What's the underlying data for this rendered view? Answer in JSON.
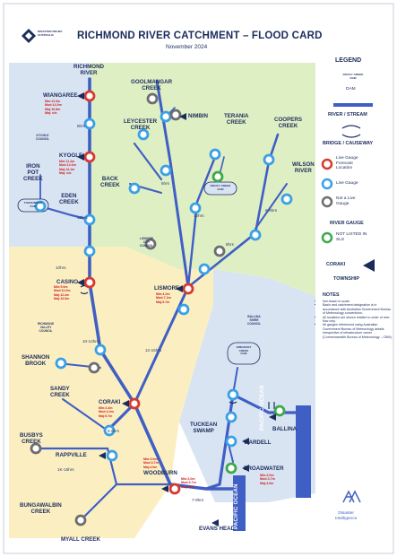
{
  "header": {
    "logo_text": "DISASTER RELIEF AUSTRALIA",
    "title": "RICHMOND RIVER CATCHMENT – FLOOD CARD",
    "date": "November 2024"
  },
  "colors": {
    "river": "#3f5fc4",
    "live_forecast": "#d63a2e",
    "live": "#3aa0e6",
    "not_live": "#6d6d6d",
    "not_sls": "#3ea84a",
    "council_green": "#dfefc4",
    "council_yellow": "#fbefc2",
    "council_blue": "#d9e4f3"
  },
  "places": {
    "richmond_river": "RICHMOND\nRIVER",
    "wiangaree": "WIANGAREE",
    "kyogle": "KYOGLE",
    "iron_pot_creek": "IRON\nPOT\nCREEK",
    "eden_creek": "EDEN\nCREEK",
    "toonumbar_dam": "TOONUMBAR\nDAM",
    "casino": "CASINO",
    "goolmangar_creek": "GOOLMANGAR\nCREEK",
    "nimbin": "NIMBIN",
    "leycester_creek": "LEYCESTER\nCREEK",
    "terania_creek": "TERANIA\nCREEK",
    "coopers_creek": "COOPERS\nCREEK",
    "back_creek": "BACK\nCREEK",
    "rocky_creek_dam": "ROCKY CREEK\nDAM",
    "wilson_river": "WILSON\nRIVER",
    "lismore": "LISMORE",
    "shannon_brook": "SHANNON\nBROOK",
    "coraki": "CORAKI",
    "sandy_creek": "SANDY\nCREEK",
    "busbys_creek": "BUSBYS\nCREEK",
    "rappville": "RAPPVILLE",
    "bungawalbin_creek": "BUNGAWALBIN\nCREEK",
    "myall_creek": "MYALL CREEK",
    "woodburn": "WOODBURN",
    "evans_head": "EVANS HEAD",
    "emigrant_creek_dam": "EMIGRANT\nCREEK\nDAM",
    "tuckean_swamp": "TUCKEAN\nSWAMP",
    "wardell": "WARDELL",
    "broadwater": "BROADWATER",
    "ballina": "BALLINA",
    "pacific_ocean_1": "PACIFIC OCEAN",
    "pacific_ocean_2": "PACIFIC OCEAN"
  },
  "councils": {
    "kyogle": "KYOGLE\nCOUNCIL",
    "lismore": "LISMORE\nCITY\nCOUNCIL",
    "richmond_valley": "RICHMOND\nVALLEY\nCOUNCIL",
    "ballina": "BALLINA\nSHIRE\nCOUNCIL"
  },
  "gauge_levels": {
    "wiangaree": "Min:11.0m\nMod:14.0m\nMaj:16.8m\nMaj: n/a",
    "kyogle": "Min:11.2m\nMod:12.6m\nMaj:14.1m\nMaj: n/a",
    "casino": "Min:9.0m\nMod:11.0m\nMaj:12.2m\nMaj:13.0m",
    "lismore": "Min:4.2m\nMod:7.2m\nMaj:9.7m",
    "coraki": "Min:3.4m\nMod:4.4m\nMaj:5.7m",
    "woodburn": "Min:3.0m\nMod:3.7m\nMaj:4.0m",
    "woodburn2": "Min:3.0m\nMod:3.7m\nMaj:4.0m",
    "broadwater": "Min:3.0m\nMod:3.7m\nMaj:4.0m"
  },
  "travel_times": {
    "t1": "8hrs",
    "t2": "12hrs",
    "t3": "10hrs",
    "t4": "10-12hrs",
    "t5": "12-15hrs",
    "t6": "6-8hrs",
    "t7": "1K-15hrs",
    "t8": "12hrs",
    "t9": "8hrs",
    "t10": "6hrs",
    "t11": "7-9hrs",
    "t12": "8-9hrs"
  },
  "legend": {
    "title": "LEGEND",
    "dam_sample": "ROCKY CREEK\nDAM",
    "dam": "DAM",
    "river_stream": "RIVER / STREAM",
    "bridge": "BRIDGE / CAUSEWAY",
    "live_forecast": "Live Gauge\nForecast\nLocation",
    "live": "Live Gauge",
    "not_live": "Not a Live\nGauge",
    "river_gauge": "RIVER GAUGE",
    "not_sls": "NOT LISTED IN\nSLS",
    "coraki": "CORAKI",
    "township": "TOWNSHIP",
    "notes_title": "NOTES",
    "notes": [
      "Not drawn to scale.",
      "Basin and catchment designation is in accordance with Australian Government Bureau of Meteorology conventions.",
      "All locations are shown relative to order of river flow only.",
      "All gauges referenced using Australian Government Bureau of Meteorology details irrespective of infrastructure owner (Commonwealth Bureau of Meteorology – CBM)."
    ],
    "brand": "Disaster\nIntelligence"
  }
}
